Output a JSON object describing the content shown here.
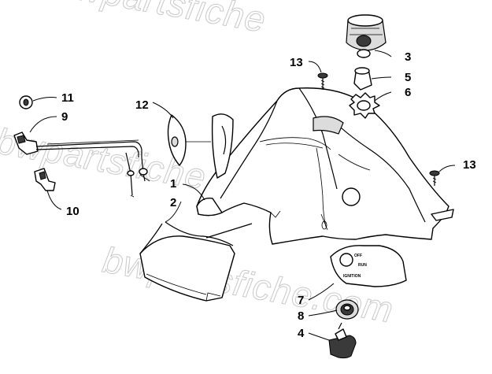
{
  "watermark": {
    "text_top": "bwpartsfiche",
    "text_mid": "bwpartsfiche.com",
    "text_low": "bwpartsfiche.com"
  },
  "callouts": {
    "c1": "1",
    "c2": "2",
    "c3": "3",
    "c4": "4",
    "c5": "5",
    "c6": "6",
    "c7": "7",
    "c8": "8",
    "c9": "9",
    "c10": "10",
    "c11": "11",
    "c12": "12",
    "c13a": "13",
    "c13b": "13"
  },
  "ignition_plate": {
    "off": "OFF",
    "run": "RUN",
    "ignition": "IGNITION"
  }
}
